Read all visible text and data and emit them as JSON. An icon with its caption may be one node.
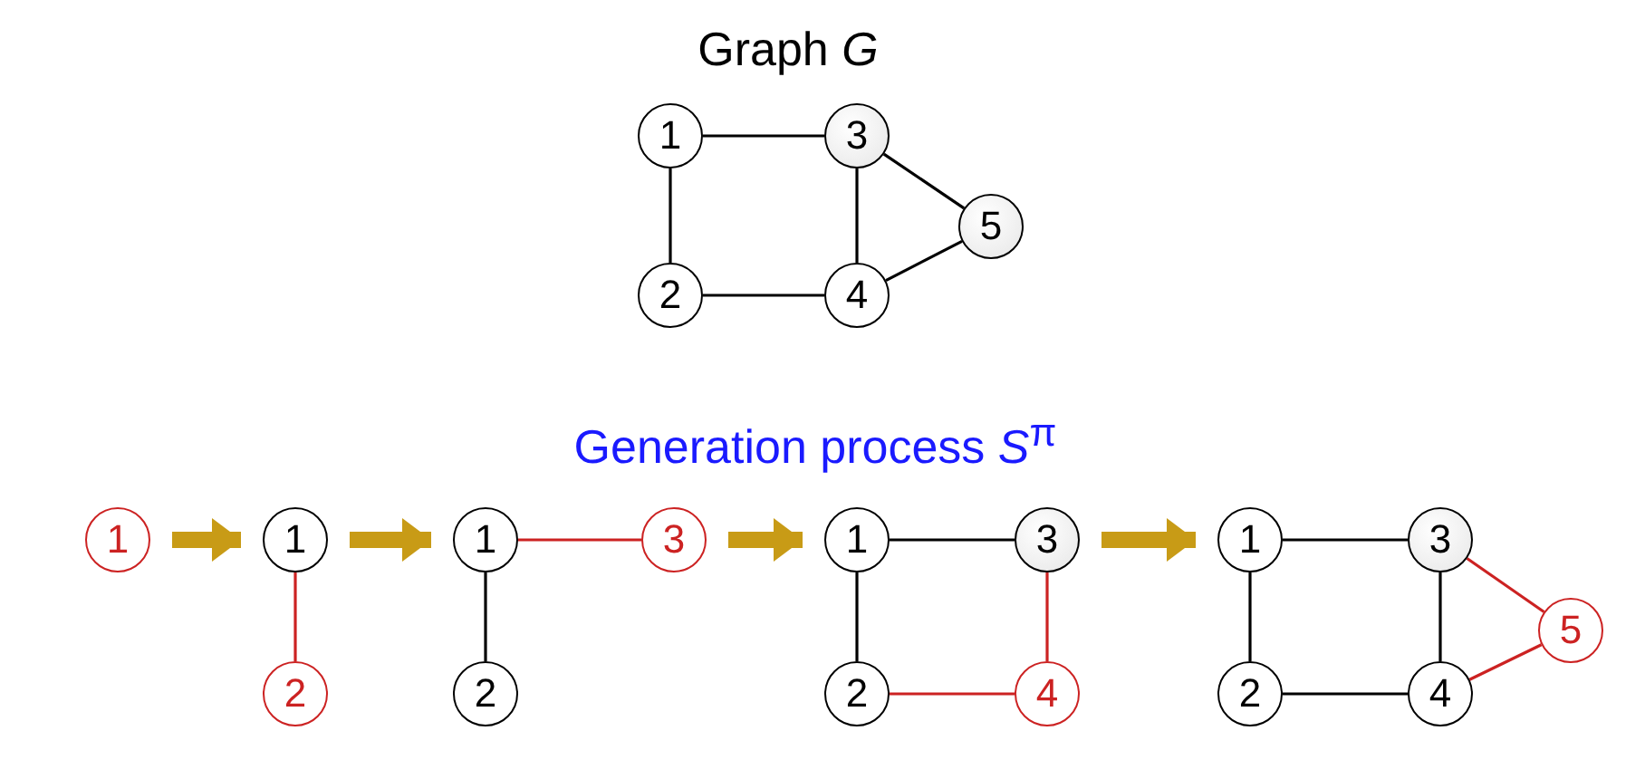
{
  "diagram": {
    "title": "Graph *G*",
    "nodes": [
      {
        "text": [
          "1"
        ]
      },
      {
        "text": [
          "3"
        ]
      },
      {
        "text": [
          "5"
        ]
      },
      {
        "text": [
          "2"
        ]
      },
      {
        "text": [
          "4"
        ]
      },
      {
        "text": [
          "1"
        ]
      },
      {
        "text": [
          "1"
        ]
      },
      {
        "text": [
          "2"
        ]
      },
      {
        "text": [
          "1"
        ]
      },
      {
        "text": [
          "3"
        ]
      },
      {
        "text": [
          "2"
        ]
      },
      {
        "text": [
          "1"
        ]
      },
      {
        "text": [
          "3"
        ]
      },
      {
        "text": [
          "2"
        ]
      },
      {
        "text": [
          "4"
        ]
      },
      {
        "text": [
          "1"
        ]
      },
      {
        "text": [
          "3"
        ]
      },
      {
        "text": [
          "5"
        ]
      },
      {
        "text": [
          "2"
        ]
      },
      {
        "text": [
          "4"
        ]
      }
    ],
    "edges": [
      {
        "from": 0,
        "to": 1,
        "arrow": "none"
      },
      {
        "from": 0,
        "to": 3,
        "arrow": "none"
      },
      {
        "from": 1,
        "to": 4,
        "arrow": "none"
      },
      {
        "from": 1,
        "to": 2,
        "arrow": "none"
      },
      {
        "from": 3,
        "to": 4,
        "arrow": "none"
      },
      {
        "from": 4,
        "to": 2,
        "arrow": "none"
      },
      {
        "from": 5,
        "to": 6,
        "arrow": "to",
        "style": "thick",
        "color": "#c89b16"
      },
      {
        "from": 6,
        "to": 7,
        "arrow": "none",
        "color": "#cc2222"
      },
      {
        "from": 6,
        "to": 8,
        "arrow": "to",
        "style": "thick",
        "color": "#c89b16"
      },
      {
        "from": 8,
        "to": 9,
        "arrow": "none",
        "color": "#cc2222"
      },
      {
        "from": 8,
        "to": 10,
        "arrow": "none"
      },
      {
        "from": 9,
        "to": 11,
        "arrow": "to",
        "style": "thick",
        "color": "#c89b16"
      },
      {
        "from": 11,
        "to": 12,
        "arrow": "none"
      },
      {
        "from": 11,
        "to": 13,
        "arrow": "none"
      },
      {
        "from": 12,
        "to": 14,
        "arrow": "none",
        "color": "#cc2222"
      },
      {
        "from": 13,
        "to": 14,
        "arrow": "none",
        "color": "#cc2222"
      },
      {
        "from": 12,
        "to": 15,
        "arrow": "to",
        "style": "thick",
        "color": "#c89b16"
      },
      {
        "from": 15,
        "to": 16,
        "arrow": "none"
      },
      {
        "from": 15,
        "to": 18,
        "arrow": "none"
      },
      {
        "from": 16,
        "to": 19,
        "arrow": "none"
      },
      {
        "from": 18,
        "to": 19,
        "arrow": "none"
      },
      {
        "from": 16,
        "to": 17,
        "arrow": "none",
        "color": "#cc2222"
      },
      {
        "from": 19,
        "to": 17,
        "arrow": "none",
        "color": "#cc2222"
      }
    ],
    "labels": [
      "Generation process *S*$^{π}$"
    ]
  }
}
